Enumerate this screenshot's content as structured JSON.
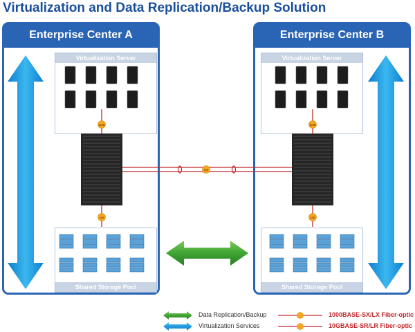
{
  "title": "Virtualization and Data Replication/Backup Solution",
  "centers": {
    "a": {
      "title": "Enterprise Center A",
      "server_label": "Virtualization Server",
      "storage_label": "Shared Storage Pool"
    },
    "b": {
      "title": "Enterprise Center B",
      "server_label": "Virtualization Server",
      "storage_label": "Shared Storage Pool"
    }
  },
  "links": {
    "server_to_switch": "10GB",
    "switch_to_storage": "10G",
    "inter_center": "10G"
  },
  "legend": {
    "data_replication": "Data Replication/Backup",
    "virtualization_services": "Virtualization Services",
    "fiber_1g": "1000BASE-SX/LX Fiber-optic",
    "fiber_10g": "10GBASE-SR/LR Fiber-optic"
  },
  "colors": {
    "title": "#1b4f9b",
    "frame": "#2a64b4",
    "blue_arrow": "#1e9be0",
    "green_arrow": "#3fa535",
    "fiber_line": "#c0282c",
    "fiber_badge": "#f5a623"
  }
}
